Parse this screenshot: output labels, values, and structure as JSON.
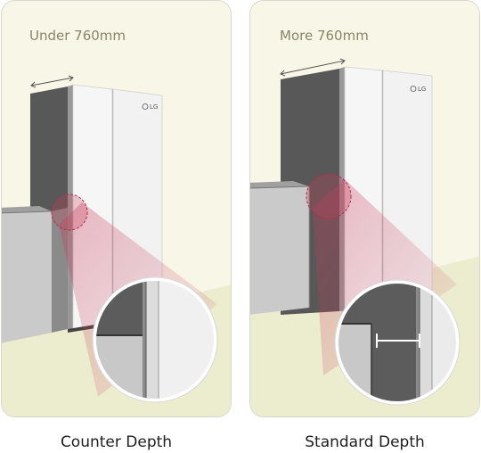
{
  "panels": [
    {
      "depth_label": "Under 760mm",
      "caption": "Counter Depth",
      "brand": "LG"
    },
    {
      "depth_label": "More 760mm",
      "caption": "Standard Depth",
      "brand": "LG"
    }
  ],
  "colors": {
    "wall": "#f8f6e6",
    "floor": "#ececcf",
    "fridge_side": "#5a5a5a",
    "fridge_front": "#f5f5f5",
    "cabinet": "#c6c6c6",
    "highlight": "#c83c5a"
  }
}
